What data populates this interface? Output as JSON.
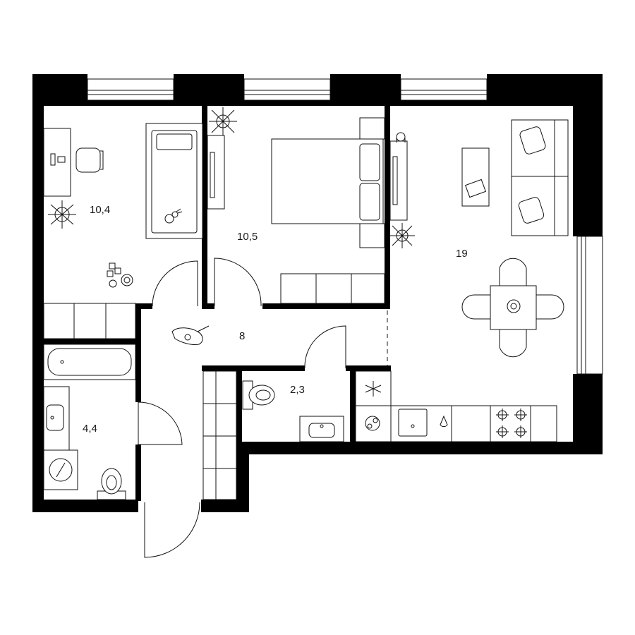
{
  "plan": {
    "rooms": [
      {
        "id": "kids-room",
        "area": "10,4"
      },
      {
        "id": "bedroom",
        "area": "10,5"
      },
      {
        "id": "living-kitchen",
        "area": "19"
      },
      {
        "id": "hallway",
        "area": "8"
      },
      {
        "id": "toilet",
        "area": "2,3"
      },
      {
        "id": "bathroom",
        "area": "4,4"
      }
    ]
  }
}
